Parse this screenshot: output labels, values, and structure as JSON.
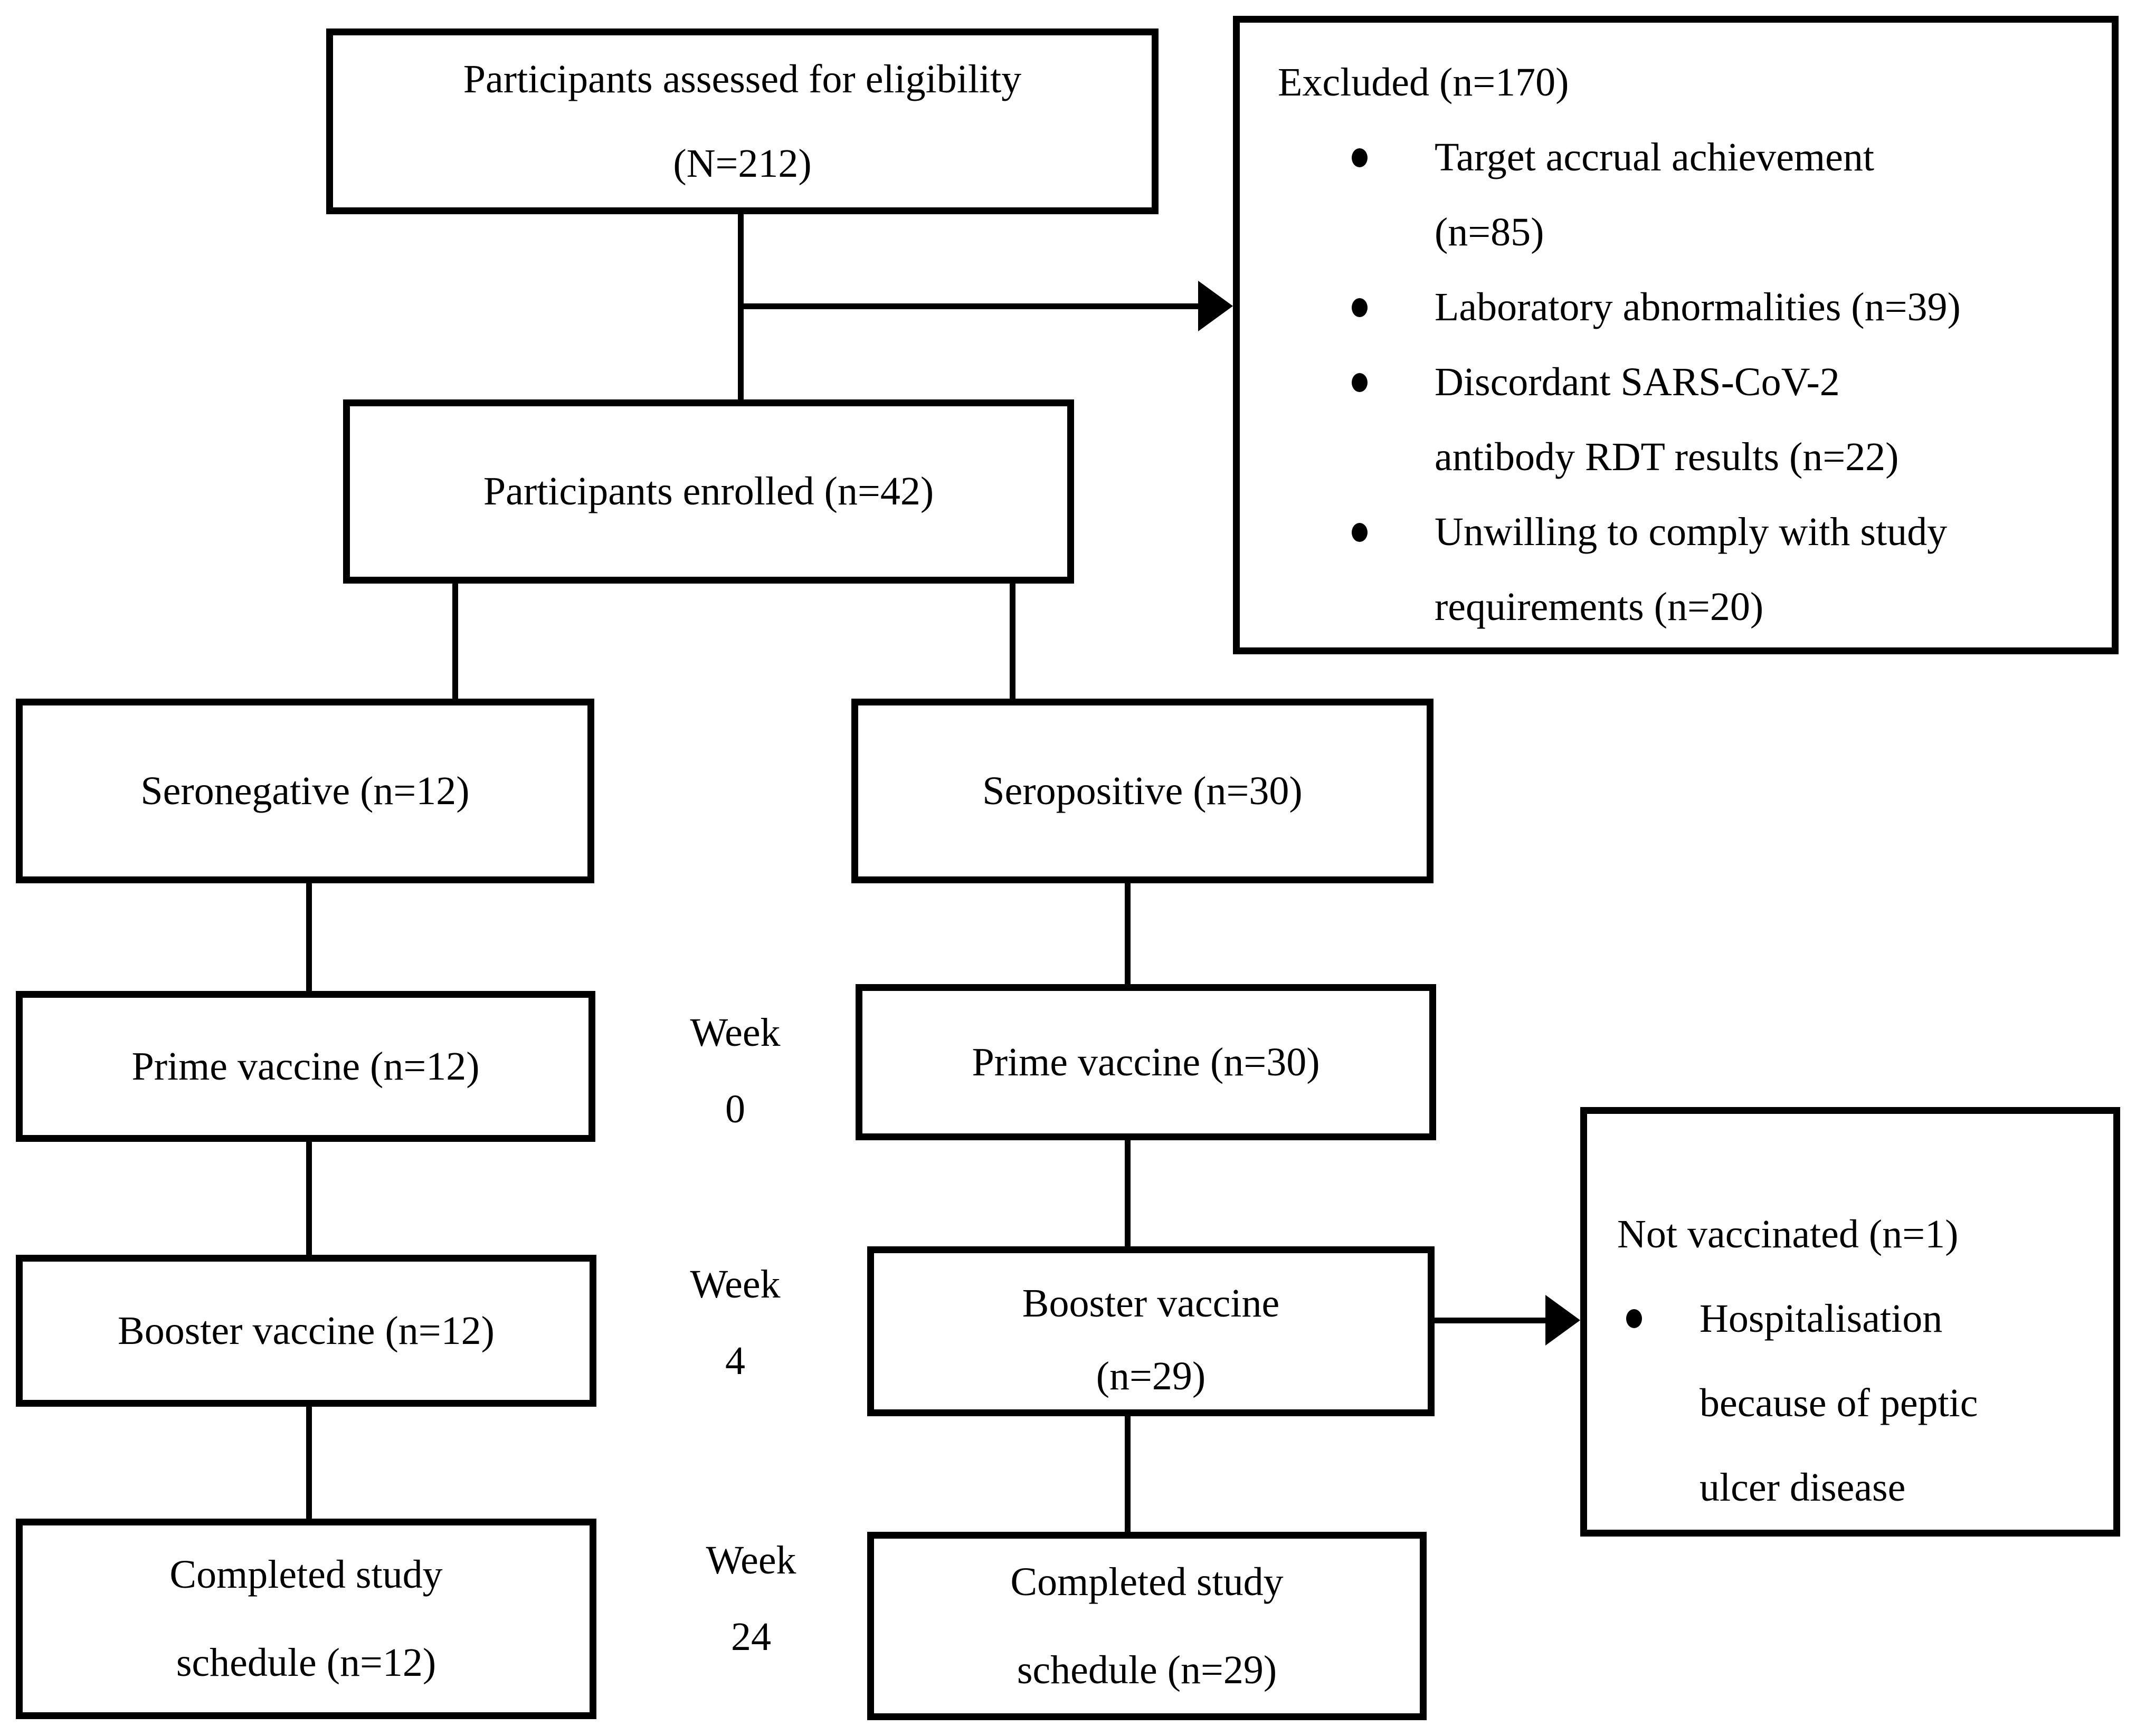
{
  "figure": {
    "type": "consort-flow-diagram",
    "colors": {
      "ink": "#000000",
      "background": "#ffffff"
    },
    "boxes": {
      "assessed": {
        "lines": [
          "Participants assessed for eligibility",
          "(N=212)"
        ]
      },
      "excluded": {
        "title": "Excluded (n=170)",
        "items": [
          {
            "lines": [
              "Target accrual achievement",
              "(n=85)"
            ]
          },
          {
            "lines": [
              "Laboratory abnormalities (n=39)"
            ]
          },
          {
            "lines": [
              "Discordant SARS-CoV-2",
              "antibody RDT results (n=22)"
            ]
          },
          {
            "lines": [
              "Unwilling to comply with study",
              "requirements (n=20)"
            ]
          }
        ]
      },
      "enrolled": {
        "lines": [
          "Participants enrolled (n=42)"
        ]
      },
      "seronegative": {
        "lines": [
          "Seronegative (n=12)"
        ]
      },
      "seropositive": {
        "lines": [
          "Seropositive (n=30)"
        ]
      },
      "prime_left": {
        "lines": [
          "Prime vaccine (n=12)"
        ]
      },
      "prime_right": {
        "lines": [
          "Prime vaccine (n=30)"
        ]
      },
      "booster_left": {
        "lines": [
          "Booster vaccine (n=12)"
        ]
      },
      "booster_right": {
        "lines": [
          "Booster vaccine",
          "(n=29)"
        ]
      },
      "not_vaccinated": {
        "title": "Not vaccinated (n=1)",
        "items": [
          {
            "lines": [
              "Hospitalisation",
              "because of peptic",
              "ulcer disease"
            ]
          }
        ]
      },
      "completed_left": {
        "lines": [
          "Completed study",
          "schedule (n=12)"
        ]
      },
      "completed_right": {
        "lines": [
          "Completed study",
          "schedule (n=29)"
        ]
      }
    },
    "timeline": [
      {
        "label": "Week",
        "value": "0"
      },
      {
        "label": "Week",
        "value": "4"
      },
      {
        "label": "Week",
        "value": "24"
      }
    ]
  }
}
